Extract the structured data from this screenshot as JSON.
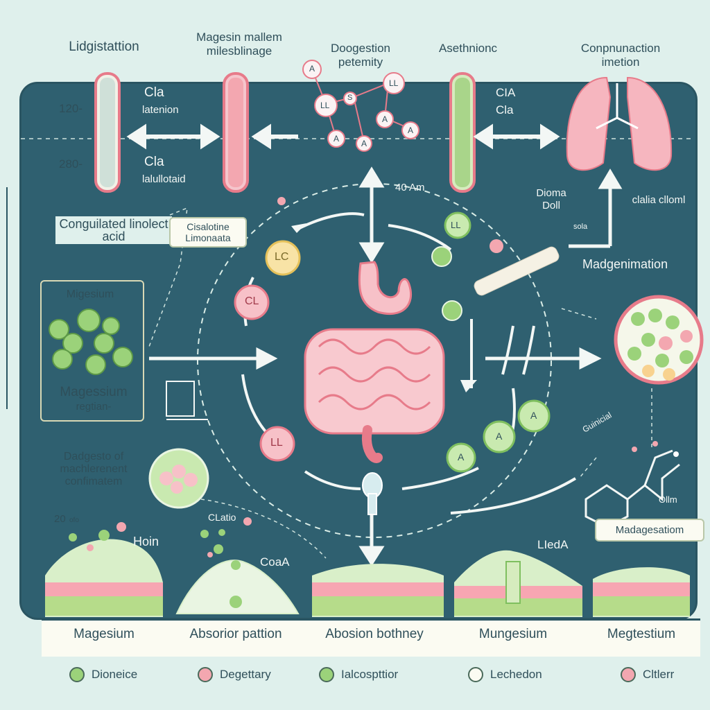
{
  "headers": [
    {
      "id": "h1",
      "text": "Lidgistattion"
    },
    {
      "id": "h2",
      "text": "Magesin mallem milesblinage"
    },
    {
      "id": "h3",
      "text": "Doogestion petemity"
    },
    {
      "id": "h4",
      "text": "Asethnionc"
    },
    {
      "id": "h5",
      "text": "Conpnunaction imetion"
    }
  ],
  "tube_labels": {
    "left_top_num": "120-",
    "left_bottom_num": "280-",
    "tube1_top": "Cla",
    "tube1_top_sub": "latenion",
    "tube1_bottom": "Cla",
    "tube1_bottom_sub": "lalullotaid",
    "tube4_top": "CIA",
    "tube4_top_sub": "Cla"
  },
  "molecule_labels": [
    "A",
    "LL",
    "S",
    "LL",
    "A",
    "A",
    "A",
    "A"
  ],
  "side_labels": {
    "conjugated": "Conguilated linolect acid",
    "callout": "Cisalotine Limonaata",
    "amount": "40 Am",
    "diona": "Dioma Doll",
    "diona_sub": "sola",
    "right_clalia": "clalia clloml",
    "magenimation": "Madgenimation",
    "guinicial": "Guinicial",
    "ollm": "Ollm",
    "madagesation": "Madagesatiom"
  },
  "mag_box": {
    "title": "Migesium",
    "bottom_title": "Magessium",
    "bottom_sub": "regtian-"
  },
  "cycle_nodes": [
    "LC",
    "CL",
    "LL",
    "LL",
    "A",
    "A",
    "A"
  ],
  "lower_left": {
    "title": "Dadgesto of machlerenent confimatem",
    "num": "20",
    "num_unit": "ofo",
    "hoin": "Hoin",
    "clatio": "CLatio",
    "coal": "CoaA",
    "lieda": "LIedA"
  },
  "footer": [
    "Magesium",
    "Absorior pattion",
    "Abosion bothney",
    "Mungesium",
    "Megtestium"
  ],
  "legend": [
    {
      "label": "Dioneice",
      "color": "#9bd27a"
    },
    {
      "label": "Degettary",
      "color": "#f3a7b0"
    },
    {
      "label": "Ialcospttior",
      "color": "#9bd27a"
    },
    {
      "label": "Lechedon",
      "color": "#fbfbf2"
    },
    {
      "label": "Cltlerr",
      "color": "#f3a7b0"
    }
  ]
}
